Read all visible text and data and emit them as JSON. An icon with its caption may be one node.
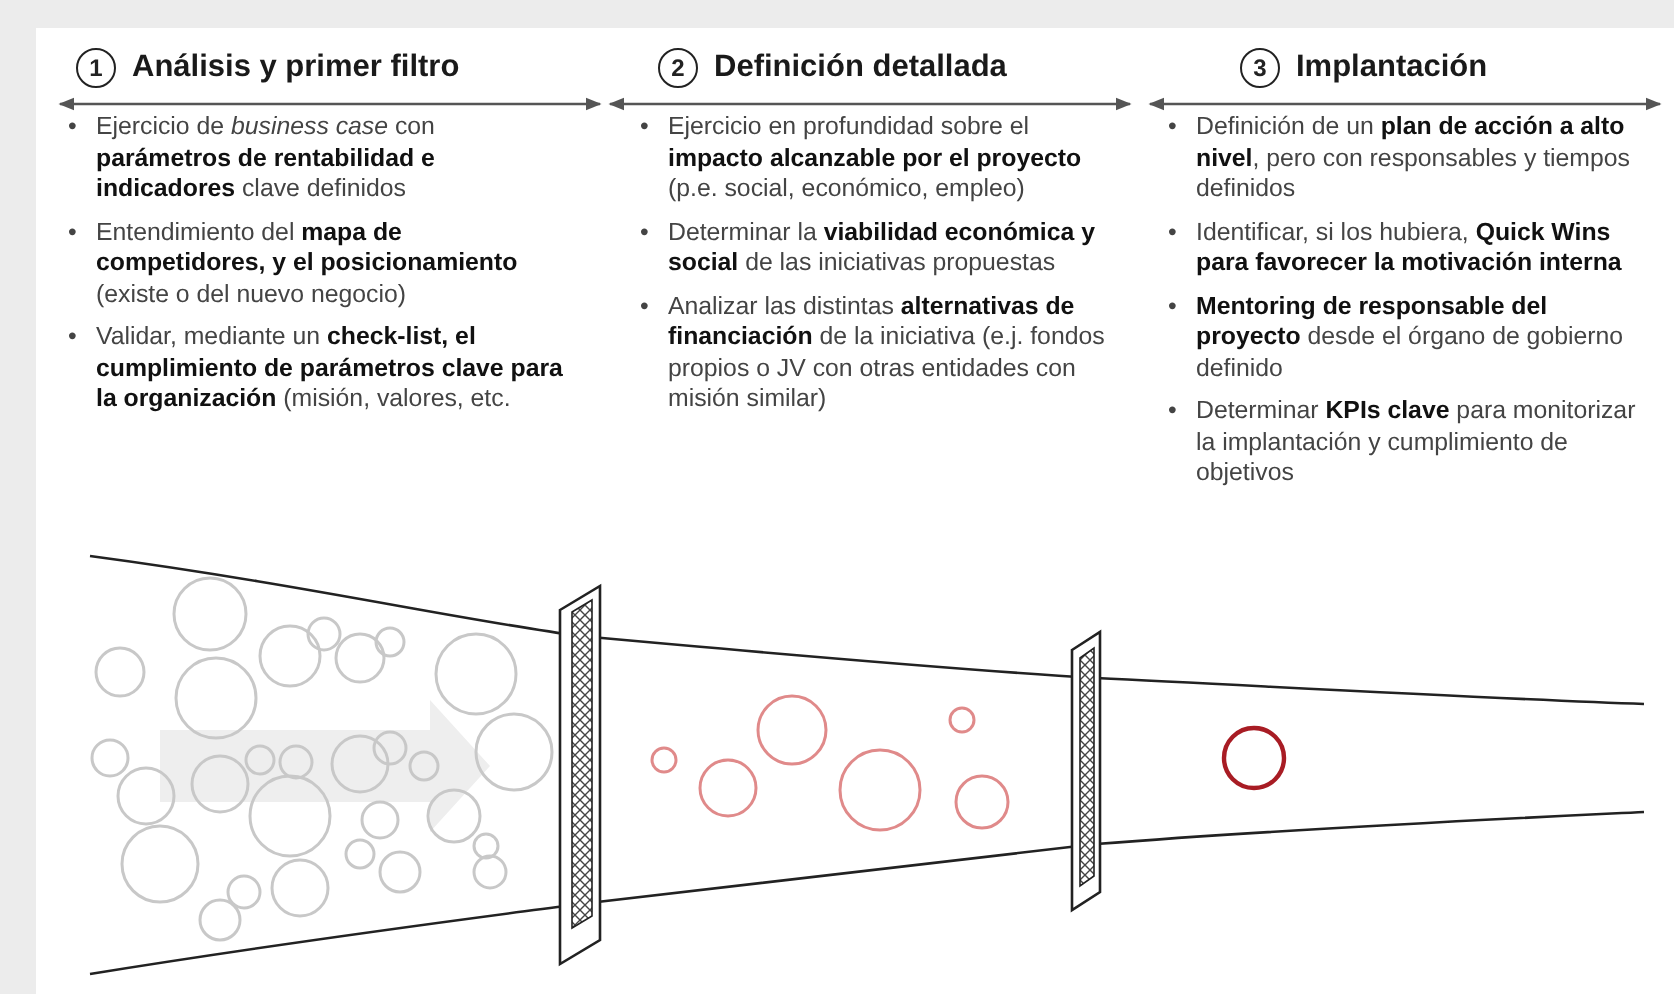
{
  "diagram": {
    "labels": [
      "1",
      "Análisis y primer filtro",
      "•",
      "Ejercicio de *business case* con **parámetros de rentabilidad e indicadores** clave definidos",
      "•",
      "Entendimiento del **mapa de competidores, y el posicionamiento** (existe o del nuevo negocio)",
      "•",
      "Validar, mediante un **check-list, el cumplimiento de parámetros clave para la organización** (misión, valores, etc.",
      "2",
      "Definición detallada",
      "•",
      "Ejercicio en profundidad sobre el **impacto alcanzable por el proyecto** (p.e. social, económico, empleo)",
      "•",
      "Determinar la **viabilidad económica y social** de las iniciativas propuestas",
      "•",
      "Analizar las distintas **alternativas de financiación** de la iniciativa (e.j. fondos propios o JV con otras entidades con misión similar)",
      "3",
      "Implantación",
      "•",
      "Definición de un **plan de acción a alto nivel**, pero con responsables y tiempos definidos",
      "•",
      "Identificar, si los hubiera, **Quick Wins para favorecer la motivación interna**",
      "•",
      "**Mentoring de responsable del proyecto** desde el órgano de gobierno definido",
      "•",
      "Determinar **KPIs clave** para monitorizar la implantación y cumplimiento de objetivos"
    ]
  }
}
